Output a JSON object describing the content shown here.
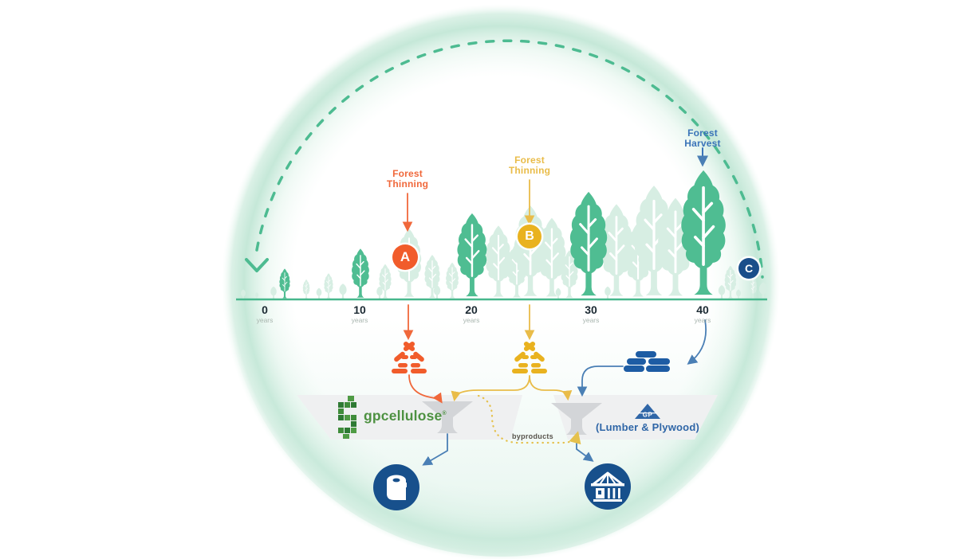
{
  "diagram": {
    "title_hint": "forest-growth-and-harvest-cycle",
    "stages": {
      "a": {
        "label": "Forest Thinning",
        "badge": "A"
      },
      "b": {
        "label": "Forest Thinning",
        "badge": "B"
      },
      "c": {
        "label": "Forest Harvest",
        "badge": "C"
      }
    },
    "timeline": {
      "ticks": [
        {
          "value": "0",
          "unit": "years"
        },
        {
          "value": "10",
          "unit": "years"
        },
        {
          "value": "20",
          "unit": "years"
        },
        {
          "value": "30",
          "unit": "years"
        },
        {
          "value": "40",
          "unit": "years"
        }
      ]
    },
    "facilities": {
      "cellulose": {
        "name": "gpcellulose",
        "registered": "®"
      },
      "lumber": {
        "logo": "GP",
        "name": "(Lumber & Plywood)"
      }
    },
    "flows": {
      "byproducts_label": "byproducts"
    },
    "icons": {
      "cycle_restart": "chevron-down-icon",
      "thinning_output": "wood-chips-icon",
      "harvest_output": "logs-icon",
      "mill_intake": "funnel-icon",
      "cellulose_product": "tissue-roll-icon",
      "lumber_product": "house-frame-icon"
    },
    "colors": {
      "ring_mint": "#C8E9DA",
      "tree_solid": "#4FBD92",
      "tree_pale": "#D7EEE3",
      "axis_teal": "#47B78C",
      "thinning_a_orange": "#F15C2B",
      "thinning_b_yellow": "#E9B21F",
      "harvest_blue": "#2F66A7",
      "navy": "#17508C",
      "banner_gray": "#EFF0F1",
      "funnel_gray": "#D3D5D8",
      "cellulose_green": "#4D9141"
    }
  }
}
